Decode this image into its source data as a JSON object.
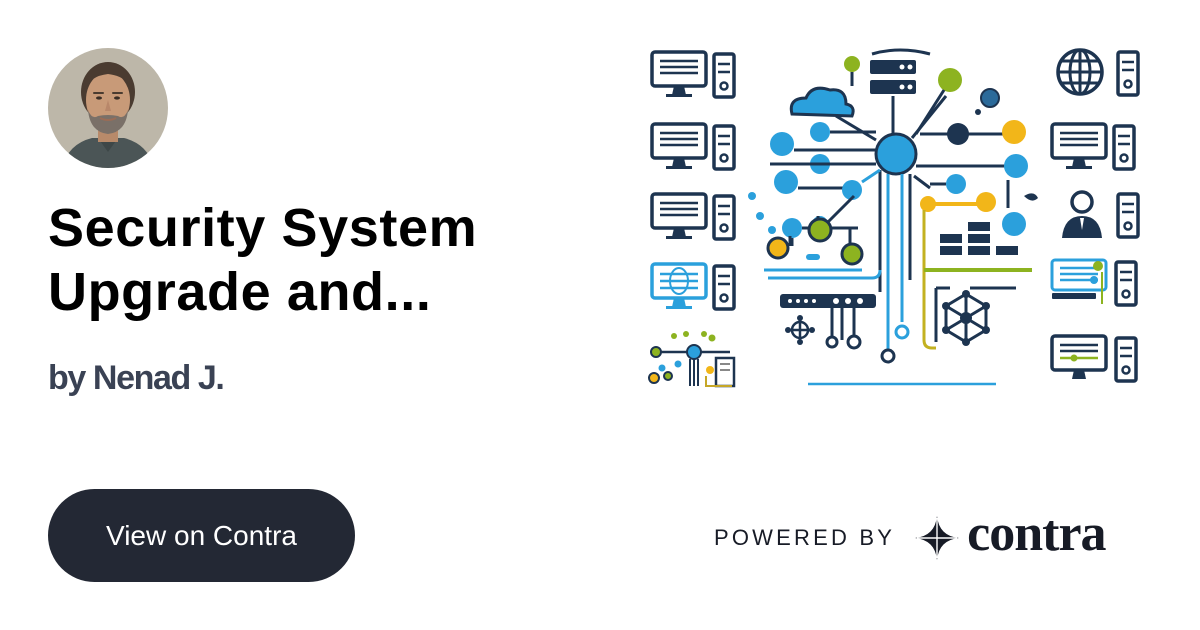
{
  "project": {
    "title": "Security System Upgrade and...",
    "title_lines": [
      "Security System",
      "Upgrade and..."
    ],
    "author": "by Nenad J."
  },
  "cta": {
    "label": "View on Contra"
  },
  "footer": {
    "powered_by": "POWERED BY",
    "brand": "contra"
  },
  "illustration": {
    "subject": "network-security-diagram",
    "left_column_icons": [
      "desktop-computer-icon",
      "desktop-computer-icon",
      "desktop-computer-icon",
      "desktop-computer-icon",
      "circuit-board-icon"
    ],
    "right_column_icons": [
      "globe-server-icon",
      "desktop-computer-icon",
      "user-server-icon",
      "desktop-computer-icon",
      "desktop-computer-icon"
    ],
    "colors": {
      "navy": "#1d3450",
      "blue": "#2ba0dc",
      "green": "#8db320",
      "yellow": "#f2b619"
    }
  },
  "colors": {
    "background": "#ffffff",
    "title": "#000000",
    "author": "#3a4254",
    "button_bg": "#232834",
    "button_text": "#ffffff",
    "brand": "#171b26"
  }
}
